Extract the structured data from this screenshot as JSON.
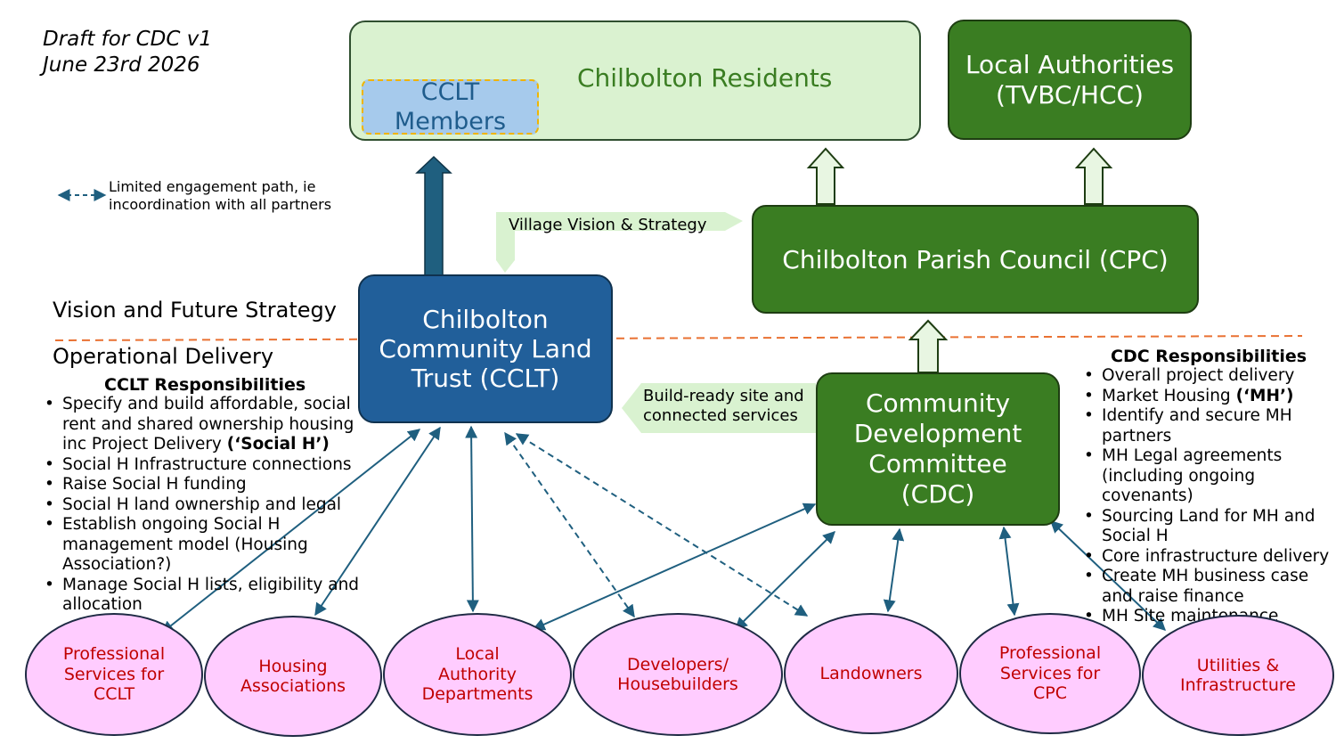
{
  "draft": {
    "line1": "Draft for CDC v1",
    "line2": "June 23rd 2026"
  },
  "nodes": {
    "residents": "Chilbolton Residents",
    "members": [
      "CCLT",
      "Members"
    ],
    "local_authorities": [
      "Local Authorities",
      "(TVBC/HCC)"
    ],
    "cpc": "Chilbolton Parish Council (CPC)",
    "cclt": [
      "Chilbolton",
      "Community Land",
      "Trust (CCLT)"
    ],
    "cdc": [
      "Community",
      "Development",
      "Committee",
      "(CDC)"
    ]
  },
  "legend": {
    "text": "Limited engagement path, ie incoordination with all partners"
  },
  "flows": {
    "vision_strategy": "Village Vision & Strategy",
    "build_ready": [
      "Build-ready site and",
      "connected services"
    ]
  },
  "sections": {
    "upper": "Vision and Future Strategy",
    "lower": "Operational Delivery"
  },
  "cclt_responsibilities": {
    "title": "CCLT Responsibilities",
    "item1_text": "Specify and build affordable, social rent and shared ownership housing inc Project Delivery ",
    "item1_bold": "(‘Social H’)",
    "items": [
      "Social H Infrastructure connections",
      "Raise Social H funding",
      "Social H land ownership and legal",
      "Establish ongoing Social H management model (Housing Association?)",
      "Manage Social H  lists, eligibility and allocation"
    ]
  },
  "cdc_responsibilities": {
    "title": "CDC Responsibilities",
    "item1": "Overall project delivery",
    "item2_text": "Market Housing ",
    "item2_bold": "(‘MH’)",
    "items": [
      "Identify and secure MH partners",
      "MH Legal agreements (including ongoing covenants)",
      "Sourcing Land for MH and Social H",
      "Core infrastructure delivery",
      "Create MH business case and raise finance",
      "MH Site maintenance"
    ]
  },
  "partners": [
    [
      "Professional",
      "Services for",
      "CCLT"
    ],
    [
      "Housing",
      "Associations"
    ],
    [
      "Local",
      "Authority",
      "Departments"
    ],
    [
      "Developers/",
      "Housebuilders"
    ],
    [
      "Landowners"
    ],
    [
      "Professional",
      "Services for",
      "CPC"
    ],
    [
      "Utilities &",
      "Infrastructure"
    ]
  ],
  "colors": {
    "green_dark": "#3a7d22",
    "green_light": "#daf2d0",
    "blue_dark": "#215f9a",
    "blue_light": "#a6caec",
    "arrow_blue": "#1f5f7f",
    "partner_fill": "#ffccff",
    "partner_text": "#c00000",
    "divider": "#e97132"
  }
}
